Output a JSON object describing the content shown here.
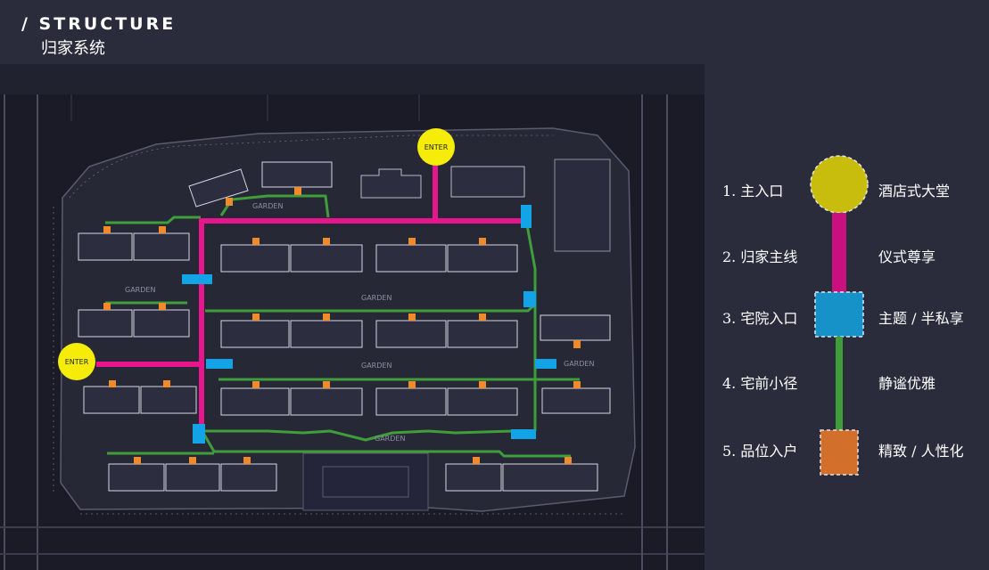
{
  "header": {
    "title_en": "/ STRUCTURE",
    "title_cn": "归家系统"
  },
  "map": {
    "enter_labels": [
      "ENTER",
      "ENTER"
    ],
    "garden_labels": [
      "GARDEN",
      "GARDEN",
      "GARDEN",
      "GARDEN",
      "GARDEN",
      "GARDEN"
    ]
  },
  "legend": {
    "items": [
      {
        "label": "1. 主入口",
        "desc": "酒店式大堂",
        "color": "#c8bd0c",
        "shape": "circle"
      },
      {
        "label": "2. 归家主线",
        "desc": "仪式尊享",
        "color": "#c8117f",
        "shape": "line"
      },
      {
        "label": "3. 宅院入口",
        "desc": "主题 / 半私享",
        "color": "#1792c9",
        "shape": "square"
      },
      {
        "label": "4. 宅前小径",
        "desc": "静谧优雅",
        "color": "#3f9e3a",
        "shape": "line"
      },
      {
        "label": "5. 品位入户",
        "desc": "精致 / 人性化",
        "color": "#d2702b",
        "shape": "square"
      }
    ]
  }
}
